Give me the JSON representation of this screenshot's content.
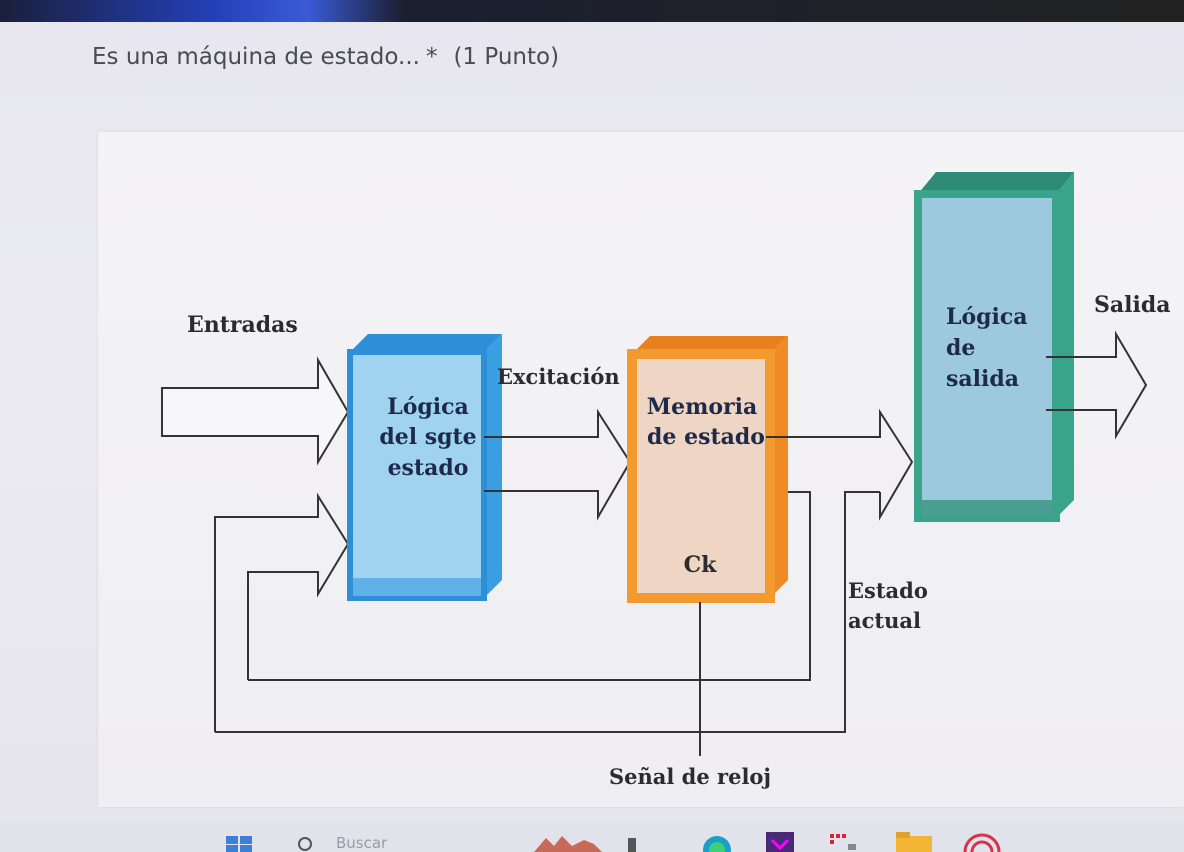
{
  "question": {
    "text": "Es una máquina de estado...",
    "required_mark": "*",
    "points": "(1 Punto)"
  },
  "diagram": {
    "inputs_label": "Entradas",
    "next_state_logic": [
      "Lógica",
      "del sgte",
      "estado"
    ],
    "excitation_label": "Excitación",
    "state_memory": [
      "Memoria",
      "de estado"
    ],
    "clock_label": "Ck",
    "output_logic": [
      "Lógica",
      "de",
      "salida"
    ],
    "output_label": "Salida",
    "current_state": [
      "Estado",
      "actual"
    ],
    "clock_signal_label": "Señal de reloj"
  },
  "taskbar": {
    "search_placeholder": "Buscar"
  },
  "colors": {
    "logic_blue": "#9fd3ef",
    "logic_blue_edge": "#2f8fd6",
    "memory_orange": "#f39a2e",
    "memory_fill": "#efd5c4",
    "output_teal": "#3aa38c",
    "output_fill": "#9cc9de"
  }
}
